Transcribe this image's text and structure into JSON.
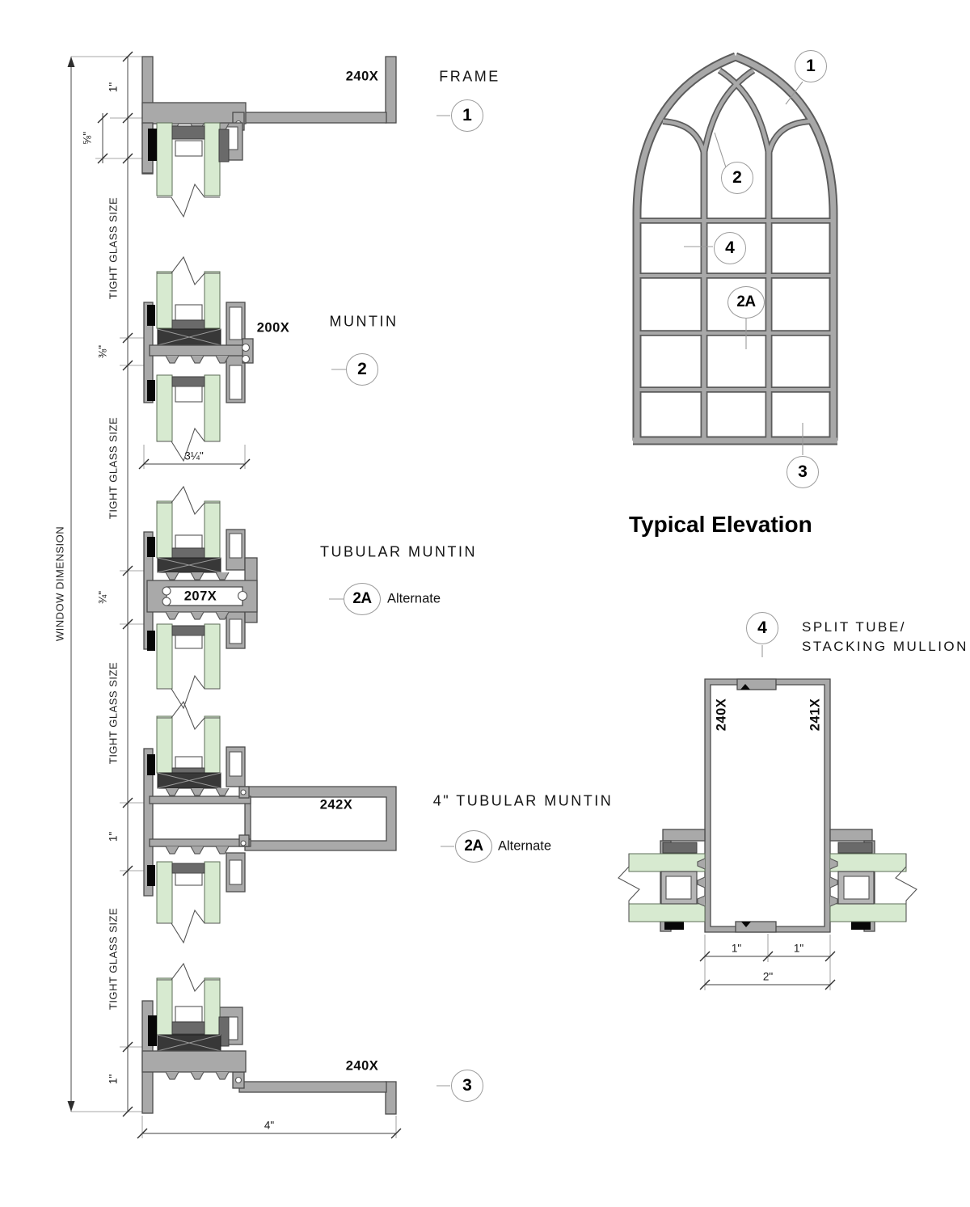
{
  "chain": {
    "window_dimension": "WINDOW DIMENSION",
    "tight_glass_size": "TIGHT GLASS SIZE",
    "segments": [
      "1\"",
      "⅝\"",
      "⅜\"",
      "¾\"",
      "1\"",
      "1\""
    ]
  },
  "details": [
    {
      "code": "240X",
      "label": "FRAME",
      "callout": "1"
    },
    {
      "code": "200X",
      "label": "MUNTIN",
      "callout": "2",
      "width_dim": "3¼\""
    },
    {
      "code": "207X",
      "label": "TUBULAR MUNTIN",
      "callout": "2A",
      "note": "Alternate"
    },
    {
      "code": "242X",
      "label": "4\" TUBULAR MUNTIN",
      "callout": "2A",
      "note": "Alternate"
    },
    {
      "code": "240X",
      "callout": "3",
      "width_dim": "4\""
    }
  ],
  "elevation": {
    "title": "Typical Elevation",
    "callouts": [
      "1",
      "2",
      "4",
      "2A",
      "3"
    ]
  },
  "split_tube": {
    "callout": "4",
    "label1": "SPLIT TUBE/",
    "label2": "STACKING MULLION",
    "code_left": "240X",
    "code_right": "241X",
    "dim_left": "1\"",
    "dim_right": "1\"",
    "dim_total": "2\""
  }
}
